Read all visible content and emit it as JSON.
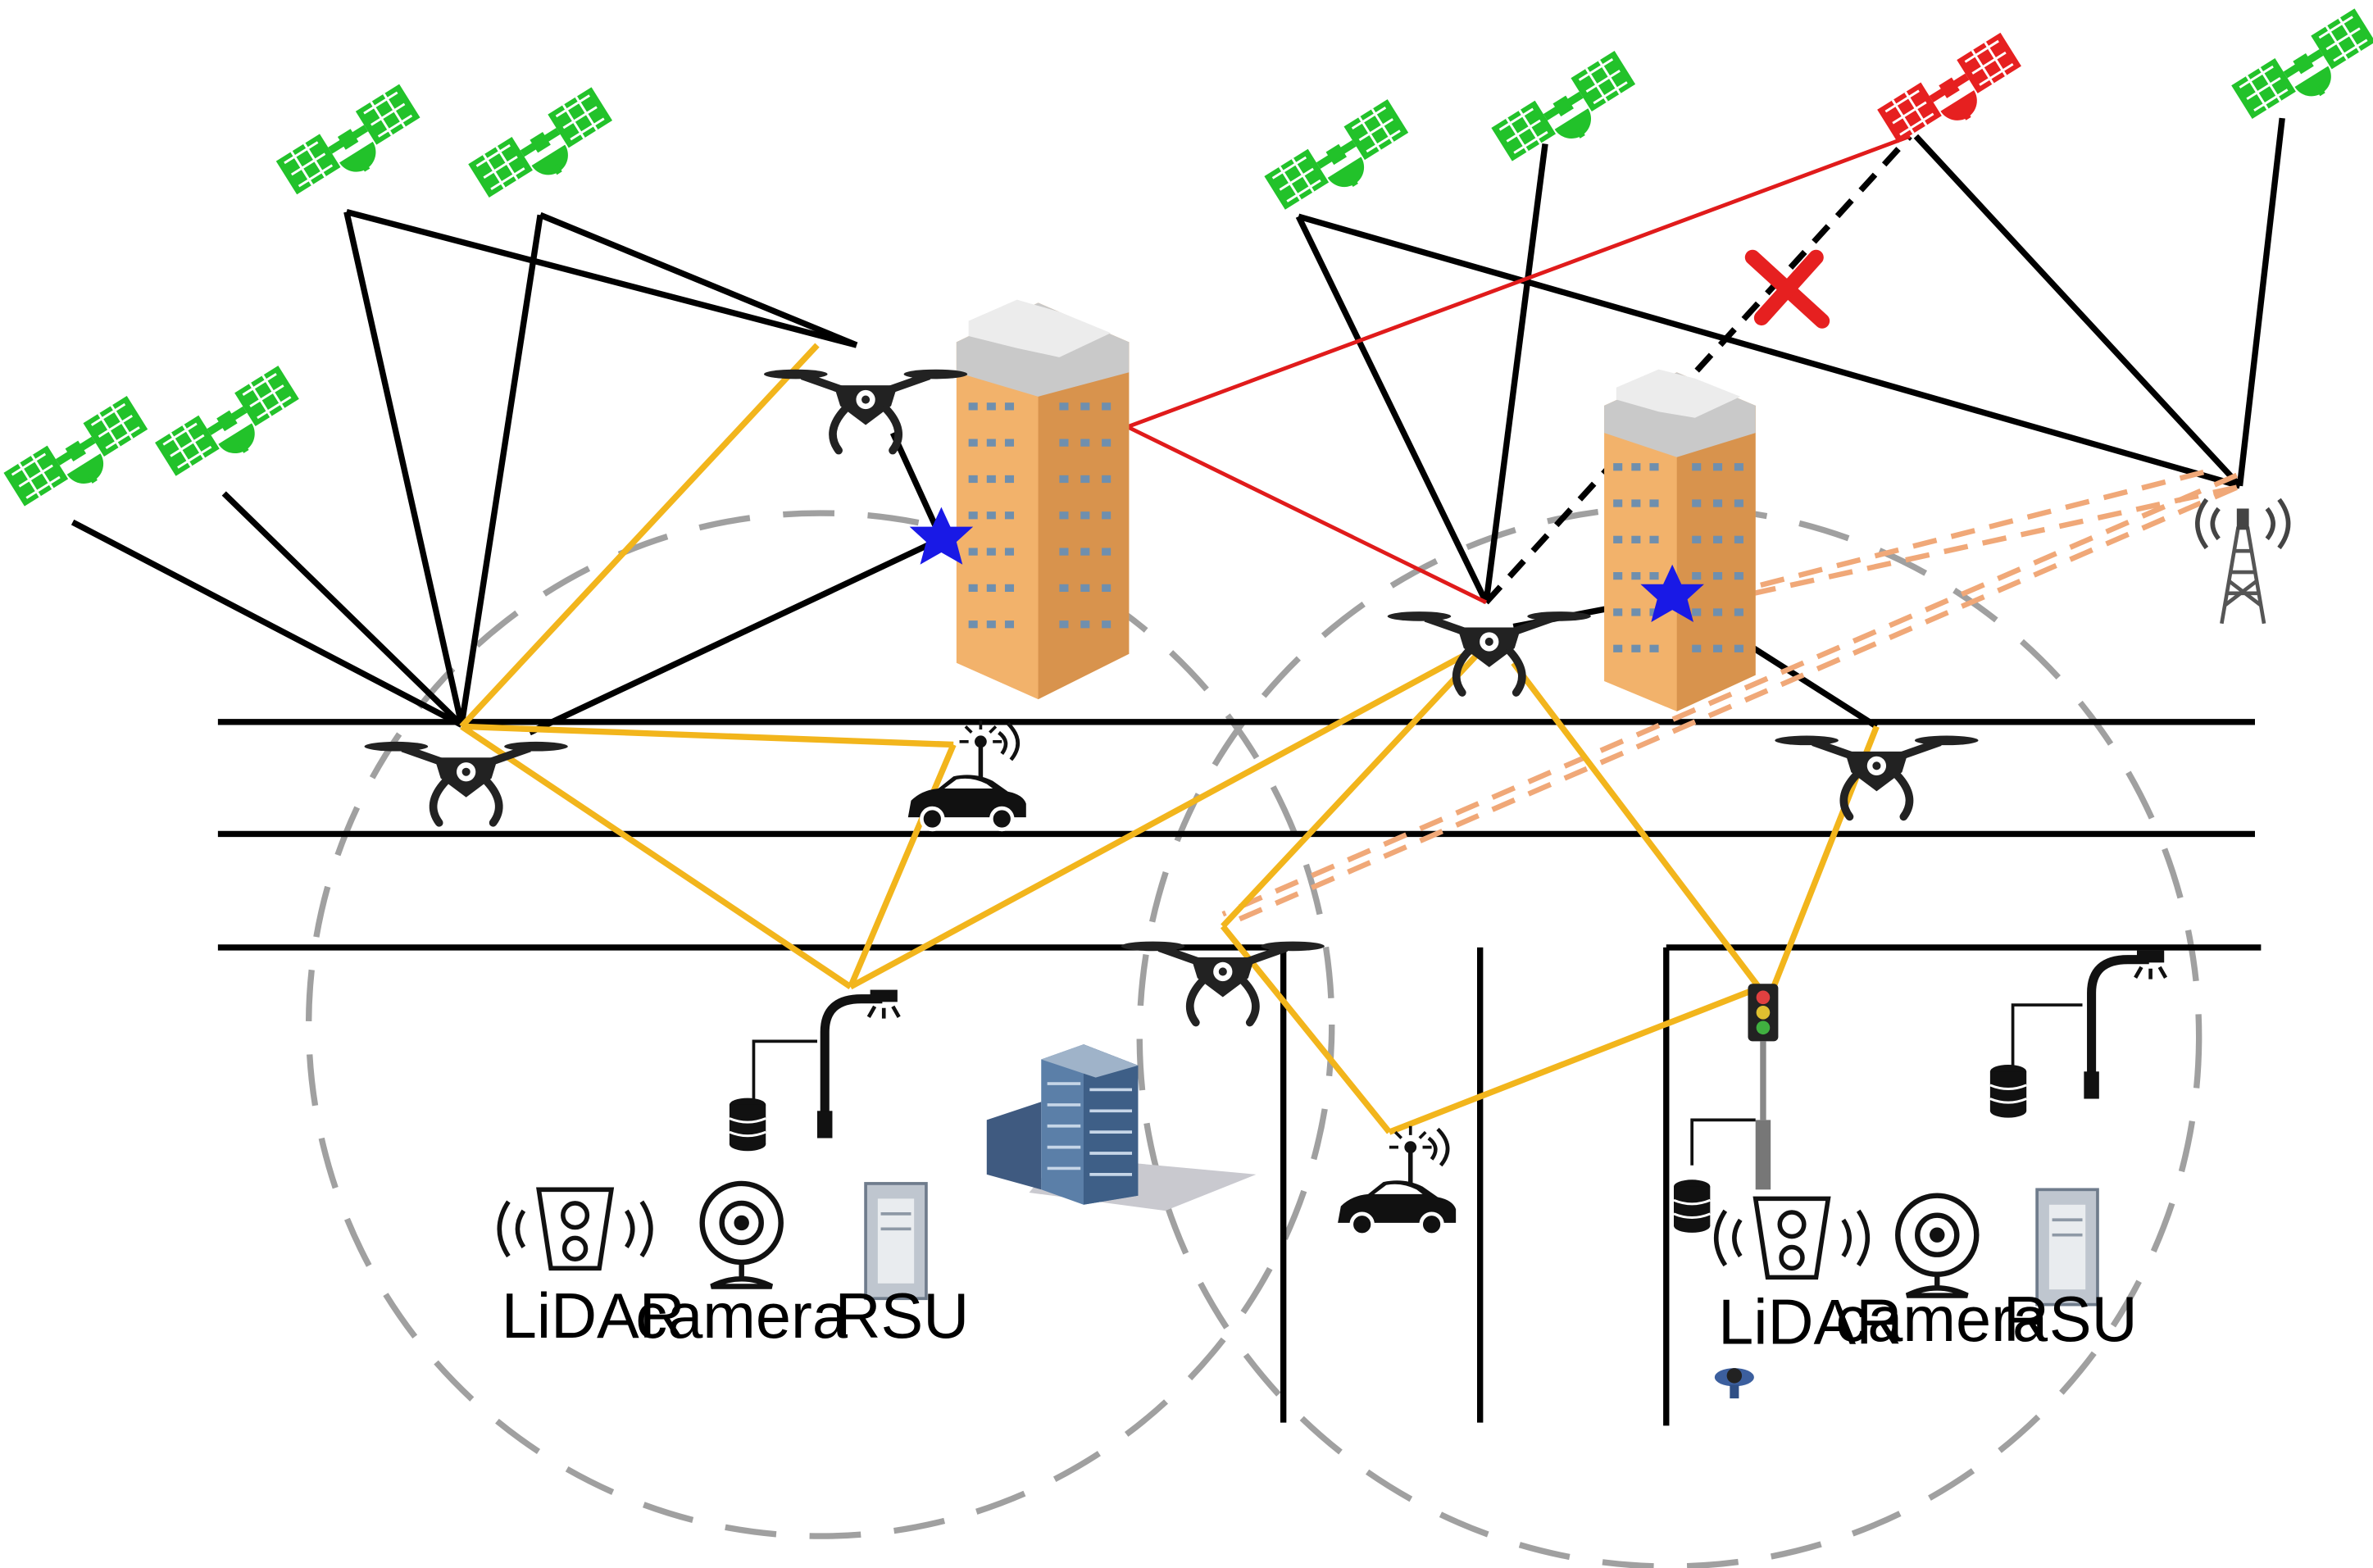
{
  "colors": {
    "satellite": "#22c22a",
    "satellite_blocked": "#e62020",
    "gnss_link": "#000000",
    "multipath_link": "#e01b1b",
    "cooperative_link": "#f2b51c",
    "base_station_link": "#f0a878",
    "reflection_point": "#1919e6",
    "building_facade": "#f2b26b",
    "coverage_circle": "#a0a0a0"
  },
  "sensor_groups": [
    {
      "lidar_label": "LiDAR",
      "camera_label": "camera",
      "rsu_label": "RSU"
    },
    {
      "lidar_label": "LiDAR",
      "camera_label": "camera",
      "rsu_label": "RSU"
    }
  ]
}
